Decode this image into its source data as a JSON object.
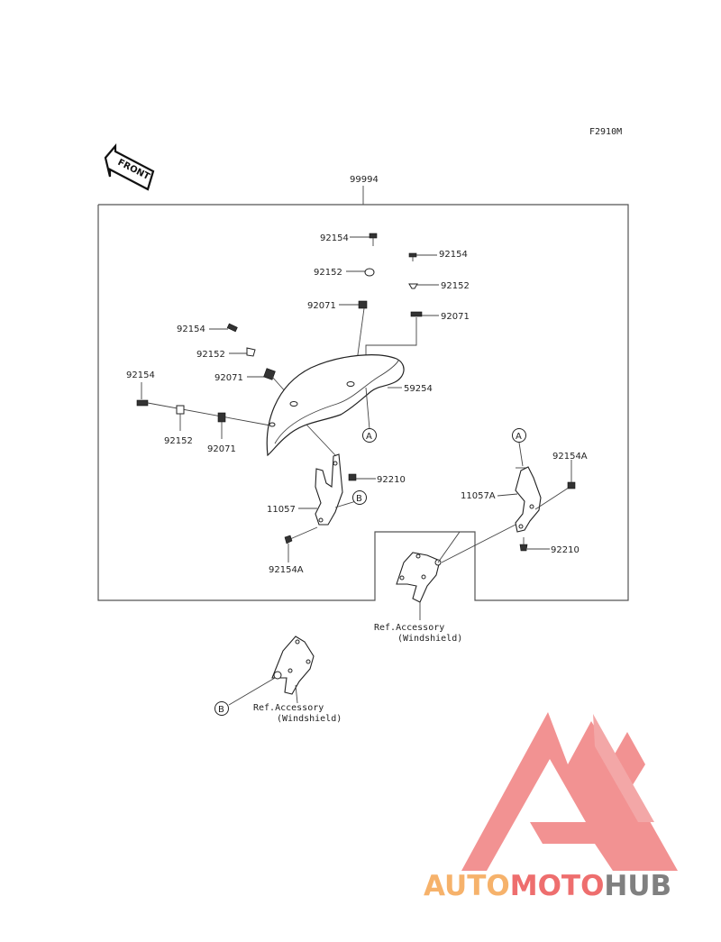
{
  "figure_code": "F2910M",
  "front_badge": "FRONT",
  "kit_part": "99994",
  "parts": {
    "p92154_top": "92154",
    "p92152_top": "92152",
    "p92071_top": "92071",
    "p92154_tr": "92154",
    "p92152_tr": "92152",
    "p92071_tr": "92071",
    "p92154_ml": "92154",
    "p92152_ml": "92152",
    "p92071_ml": "92071",
    "p92154_l": "92154",
    "p92152_l": "92152",
    "p92071_l": "92071",
    "p59254": "59254",
    "p92210_l": "92210",
    "p11057": "11057",
    "p92154A_l": "92154A",
    "p92154A_r": "92154A",
    "p11057A": "11057A",
    "p92210_r": "92210"
  },
  "callouts": {
    "a1": "A",
    "a2": "A",
    "b1": "B",
    "b2": "B"
  },
  "ref1": {
    "line1": "Ref.Accessory",
    "line2": "(Windshield)"
  },
  "ref2": {
    "line1": "Ref.Accessory",
    "line2": "(Windshield)"
  },
  "watermark": {
    "part1": "AUTO",
    "part2": "MOTO",
    "part3": "HUB",
    "colors": {
      "orange": "#f6b26b",
      "red": "#ee6e6e",
      "gray": "#808080"
    }
  }
}
